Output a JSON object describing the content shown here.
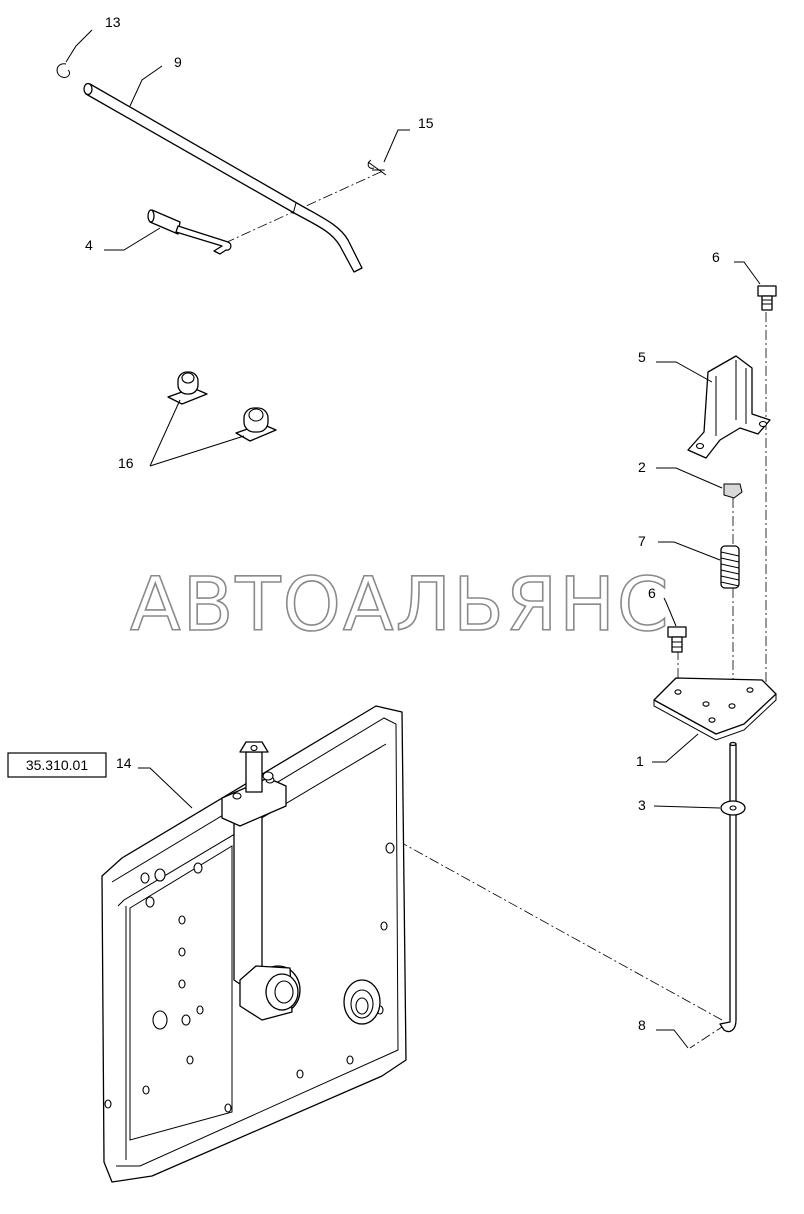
{
  "diagram": {
    "watermark": "АВТОАЛЬЯНС",
    "reference_box": "35.310.01",
    "callouts": {
      "c13": "13",
      "c9": "9",
      "c15": "15",
      "c4": "4",
      "c16": "16",
      "c6a": "6",
      "c5": "5",
      "c2": "2",
      "c7": "7",
      "c6b": "6",
      "c1": "1",
      "c3": "3",
      "c14": "14",
      "c8": "8"
    }
  }
}
